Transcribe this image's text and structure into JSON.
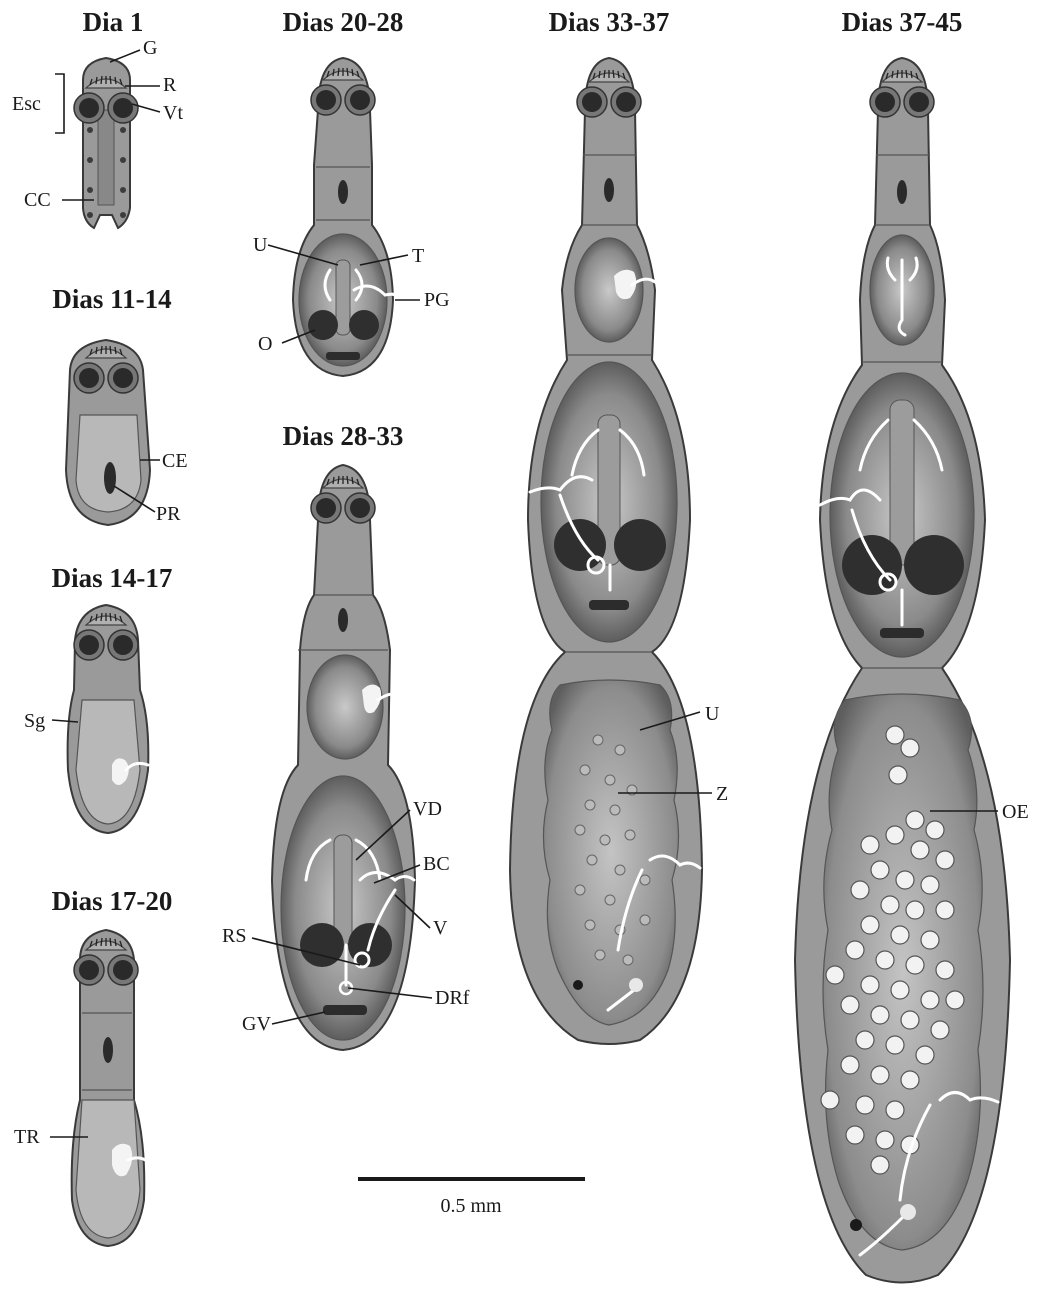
{
  "titles": {
    "dia1": "Dia 1",
    "dias11_14": "Dias 11-14",
    "dias14_17": "Dias 14-17",
    "dias17_20": "Dias 17-20",
    "dias20_28": "Dias 20-28",
    "dias28_33": "Dias 28-33",
    "dias33_37": "Dias 33-37",
    "dias37_45": "Dias 37-45"
  },
  "labels": {
    "G": "G",
    "R": "R",
    "Esc": "Esc",
    "Vt": "Vt",
    "CC": "CC",
    "CE": "CE",
    "PR": "PR",
    "Sg": "Sg",
    "TR": "TR",
    "U": "U",
    "T": "T",
    "PG": "PG",
    "O": "O",
    "VD": "VD",
    "BC": "BC",
    "V": "V",
    "RS": "RS",
    "DRf": "DRf",
    "GV": "GV",
    "U2": "U",
    "Z": "Z",
    "OE": "OE"
  },
  "scale_bar": {
    "label": "0.5 mm"
  }
}
